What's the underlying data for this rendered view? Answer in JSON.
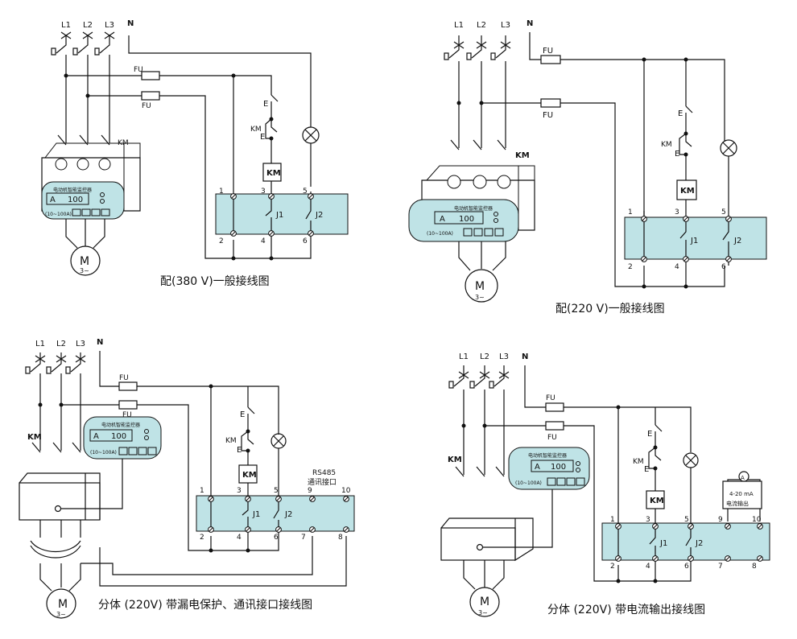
{
  "labels": {
    "phases": [
      "L1",
      "L2",
      "L3",
      "N"
    ],
    "fuse": "FU",
    "contactor": "KM",
    "switch_e": "E",
    "motor": "M",
    "motor_sub": "3~",
    "relay_j1": "J1",
    "relay_j2": "J2",
    "device_title": "电动机智能监控器",
    "display_unit": "A",
    "display_value": "100",
    "range": "(10~100A)",
    "rs485": "RS485",
    "comm_port": "通讯接口",
    "current_out": "4-20 mA",
    "current_out_label": "电流输出",
    "ammeter": "A"
  },
  "terminals": {
    "top_left": [
      "1",
      "3",
      "5"
    ],
    "bottom_left": [
      "2",
      "4",
      "6"
    ],
    "top_ext": [
      "9",
      "10"
    ],
    "bottom_ext": [
      "7",
      "8"
    ]
  },
  "captions": {
    "d1": "配(380 V)一般接线图",
    "d2": "配(220 V)一般接线图",
    "d3": "分体 (220V) 带漏电保护、通讯接口接线图",
    "d4": "分体 (220V) 带电流输出接线图"
  },
  "colors": {
    "terminal_fill": "#bfe3e6",
    "line": "#111111"
  }
}
